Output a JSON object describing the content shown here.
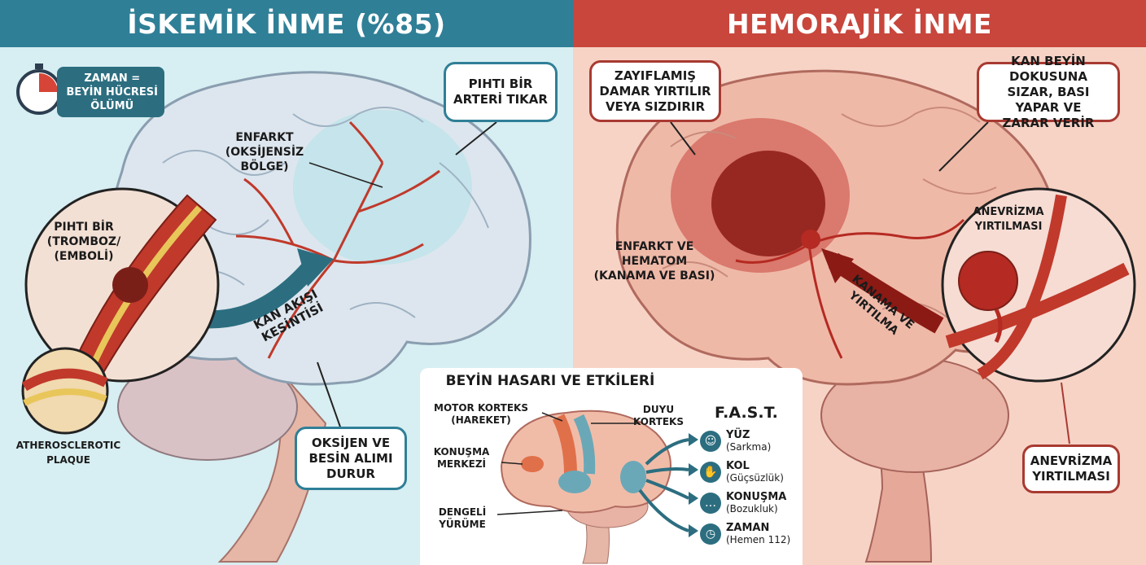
{
  "left": {
    "title": "İSKEMİK İNME (%85)",
    "timer_label": "ZAMAN =\nBEYİN HÜCRESİ\nÖLÜMÜ",
    "callout_clot": "PIHTI BİR\nARTERİ TIKAR",
    "label_infarct": "ENFARKT\n(OKSİJENSİZ BÖLGE)",
    "label_clot": "PIHTI BİR\n(TROMBOZ/\n(EMBOLİ)",
    "label_flow": "KAN AKIŞI\nKESİNTİSİ",
    "label_plaque": "ATHEROSCLEROTIC\nPLAQUE",
    "callout_oxygen": "OKSİJEN VE\nBESİN ALIMI\nDURUR"
  },
  "right": {
    "title": "HEMORAJİK İNME",
    "callout_vessel": "ZAYIFLAMIŞ\nDAMAR YIRTILIR\nVEYA SIZDIRIR",
    "callout_blood": "KAN BEYİN DOKUSUNA\nSIZAR, BASI YAPAR VE\nZARAR VERİR",
    "label_hematoma": "ENFARKT VE\nHEMATOM\n(KANAMA VE BASI)",
    "label_bleed": "KANAMA VE\nYIRTILMA",
    "label_aneurysm_inset": "ANEVRİZMA\nYIRTILMASI",
    "callout_aneurysm": "ANEVRİZMA\nYIRTILMASI"
  },
  "damage": {
    "title": "BEYİN HASARI VE ETKİLERİ",
    "motor": "MOTOR KORTEKS\n(HAREKET)",
    "sensory": "DUYU\nKORTEKS",
    "speech": "KONUŞMA\nMERKEZİ",
    "balance": "DENGELİ\nYÜRÜME"
  },
  "fast": {
    "title": "F.A.S.T.",
    "items": [
      {
        "label": "YÜZ",
        "sub": "(Sarkma)",
        "icon": "face-icon",
        "glyph": "☺"
      },
      {
        "label": "KOL",
        "sub": "(Güçsüzlük)",
        "icon": "arm-icon",
        "glyph": "✋"
      },
      {
        "label": "KONUŞMA",
        "sub": "(Bozukluk)",
        "icon": "speech-bubble-icon",
        "glyph": "…"
      },
      {
        "label": "ZAMAN",
        "sub": "(Hemen 112)",
        "icon": "clock-icon",
        "glyph": "◷"
      }
    ]
  },
  "colors": {
    "ischemic_banner": "#2f7f97",
    "hemorrhagic_banner": "#c8463c",
    "ischemic_bg": "#d7eef2",
    "hemorrhagic_bg": "#f7d3c6"
  }
}
